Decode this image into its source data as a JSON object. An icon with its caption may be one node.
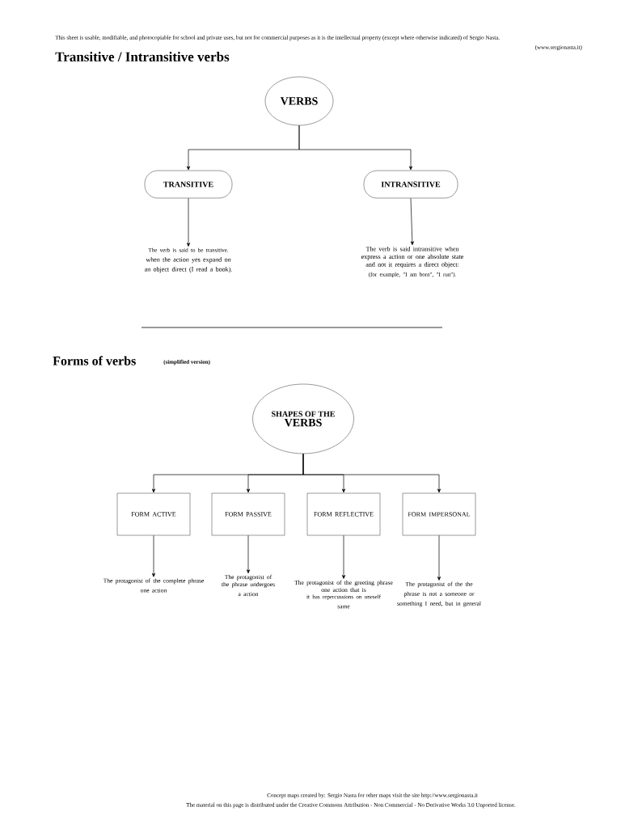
{
  "diagram": {
    "title": "Transitive / Intransitive verbs",
    "nodes": [
      {
        "text": [
          "VERBS"
        ]
      },
      {
        "text": [
          "TRANSITIVE"
        ]
      },
      {
        "text": [
          "INTRANSITIVE"
        ]
      },
      {
        "text": [
          "The verb is said to be transitive.",
          "when the action yes expand on an object direct (I read a book)."
        ]
      },
      {
        "text": [
          "The verb is said intransitive when express a action or one absolute state and not it requires a direct object:",
          "(for example, \"I am born\", \"I run\")."
        ]
      },
      {
        "text": [
          "SHAPES OF THE",
          "VERBS"
        ]
      },
      {
        "text": [
          "FORM ACTIVE"
        ]
      },
      {
        "text": [
          "FORM PASSIVE"
        ]
      },
      {
        "text": [
          "FORM REFLECTIVE"
        ]
      },
      {
        "text": [
          "FORM IMPERSONAL"
        ]
      },
      {
        "text": [
          "The protagonist of the complete phrase",
          "one action"
        ]
      },
      {
        "text": [
          "The protagonist of the phrase undergoes",
          "a action"
        ]
      },
      {
        "text": [
          "The protagonist of the greeting phrase",
          "one action that is",
          "it has repercussions on oneself",
          "same"
        ]
      },
      {
        "text": [
          "The protagonist of the the phrase is not a someone or something I need, but in general"
        ]
      }
    ],
    "edges": [
      {
        "from": 0,
        "to": 1,
        "arrow": "to"
      },
      {
        "from": 0,
        "to": 2,
        "arrow": "to"
      },
      {
        "from": 1,
        "to": 3,
        "arrow": "to"
      },
      {
        "from": 2,
        "to": 4,
        "arrow": "to"
      },
      {
        "from": 5,
        "to": 6,
        "arrow": "to"
      },
      {
        "from": 5,
        "to": 7,
        "arrow": "to"
      },
      {
        "from": 5,
        "to": 8,
        "arrow": "to"
      },
      {
        "from": 5,
        "to": 9,
        "arrow": "to"
      },
      {
        "from": 6,
        "to": 10,
        "arrow": "to"
      },
      {
        "from": 7,
        "to": 11,
        "arrow": "to"
      },
      {
        "from": 8,
        "to": 12,
        "arrow": "to"
      },
      {
        "from": 9,
        "to": 13,
        "arrow": "to"
      }
    ],
    "labels": [
      "This sheet is usable, modifiable, and photocopiable for school and private uses, but not for commercial purposes as it is the intellectual property (except where otherwise indicated) of Sergio Nasta.",
      "(www.sergionasta.it)",
      "Forms of verbs",
      "(simplified version)",
      "Concept maps created by: Sergio Nasta for other maps visit the site http://www.sergionasta.it",
      "The material on this page is distributed under the Creative Commons Attribution - Non Commercial - No Derivative Works 3.0 Unported license."
    ]
  }
}
